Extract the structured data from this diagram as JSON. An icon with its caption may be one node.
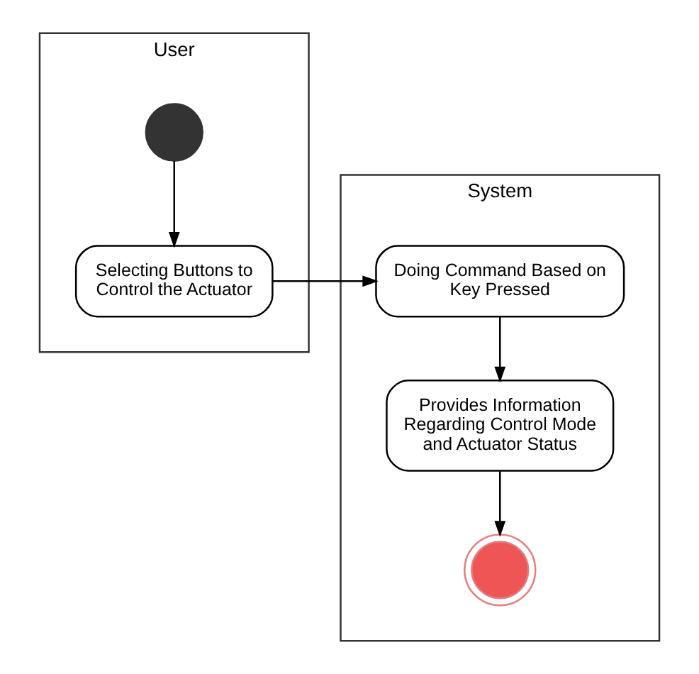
{
  "diagram": {
    "nodes": [
      {
        "text": [
          "User"
        ]
      },
      {
        "text": [
          "System"
        ]
      },
      {
        "text": [],
        "shape": "circle",
        "in": 0
      },
      {
        "text": [
          "Selecting Buttons to Control the Actuator"
        ],
        "in": 0
      },
      {
        "text": [
          "Doing Command Based on Key Pressed"
        ],
        "in": 1
      },
      {
        "text": [
          "Provides Information Regarding Control Mode and Actuator Status"
        ],
        "in": 1
      },
      {
        "text": [],
        "shape": "circle",
        "in": 1
      }
    ],
    "edges": [
      {
        "from": 2,
        "to": 3,
        "arrow": "to"
      },
      {
        "from": 3,
        "to": 4,
        "arrow": "to"
      },
      {
        "from": 4,
        "to": 5,
        "arrow": "to"
      },
      {
        "from": 5,
        "to": 6,
        "arrow": "to"
      }
    ]
  }
}
